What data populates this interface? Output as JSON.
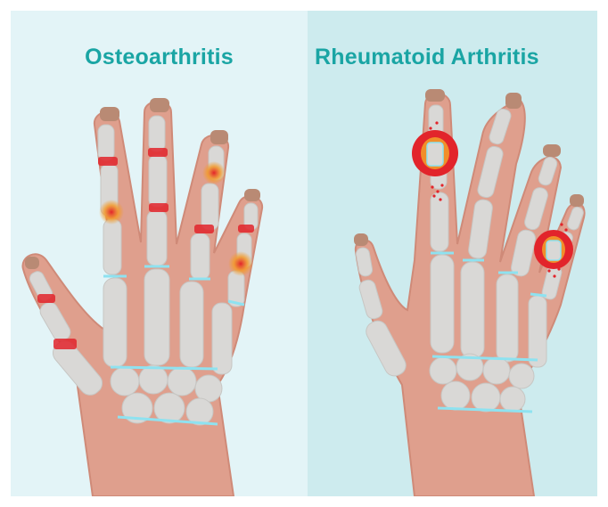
{
  "panels": [
    {
      "title": "Osteoarthritis",
      "background": "#e3f4f7"
    },
    {
      "title": "Rheumatoid Arthritis",
      "background": "#cdebee"
    }
  ],
  "colors": {
    "title": "#1aa5a4",
    "skin": "#df9f8d",
    "skin_shadow": "#cf8a78",
    "nail": "#b98a74",
    "bone": "#d9d8d6",
    "bone_edge": "#c7c6c3",
    "cartilage": "#8ee2f0",
    "inflammation": "#e2242b",
    "inflammation_glow": "#f39a2a"
  },
  "icons": {
    "left_hand": "osteoarthritis-hand-illustration",
    "right_hand": "rheumatoid-arthritis-hand-illustration"
  }
}
